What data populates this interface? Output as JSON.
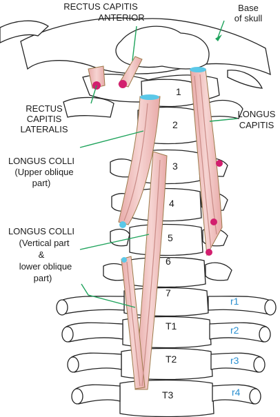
{
  "labels": {
    "base_of_skull": [
      "Base",
      "of skull"
    ],
    "rectus_capitis_anterior": [
      "RECTUS CAPITIS",
      "ANTERIOR"
    ],
    "rectus_capitis_lateralis": [
      "RECTUS",
      "CAPITIS",
      "LATERALIS"
    ],
    "longus_capitis": [
      "LONGUS",
      "CAPITIS"
    ],
    "longus_colli_upper": [
      "LONGUS COLLI",
      "(Upper oblique",
      "part)"
    ],
    "longus_colli_vertical": [
      "LONGUS COLLI",
      "(Vertical part",
      "&",
      "lower oblique",
      "part)"
    ]
  },
  "vertebrae": [
    "1",
    "2",
    "3",
    "4",
    "5",
    "6",
    "7",
    "T1",
    "T2",
    "T3"
  ],
  "ribs": [
    "r1",
    "r2",
    "r3",
    "r4"
  ],
  "colors": {
    "muscle_fill": "#f2c6c4",
    "muscle_stripe": "#c98b86",
    "muscle_outline": "#9c7a4a",
    "tendon": "#5bc8e8",
    "insertion": "#d21f6e",
    "leader": "#1fa35c",
    "rib_label": "#2a8fd0"
  }
}
